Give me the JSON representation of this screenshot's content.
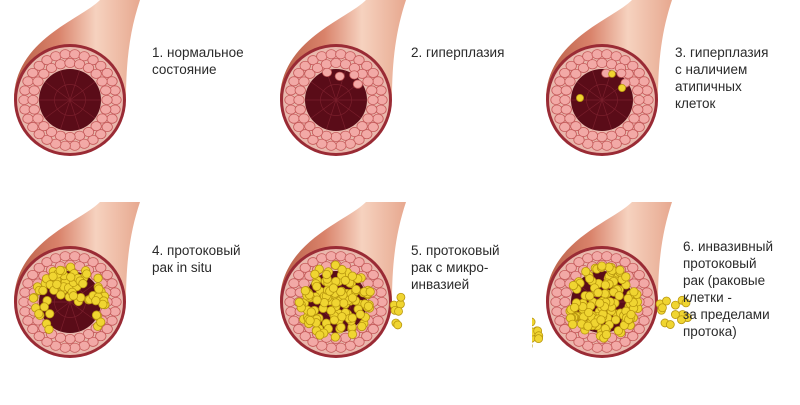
{
  "stages": [
    {
      "label": "1. нормальное\nсостояние",
      "state": "normal"
    },
    {
      "label": "2. гиперплазия",
      "state": "hyperplasia"
    },
    {
      "label": "3. гиперплазия\nс наличием\nатипичных\nклеток",
      "state": "atypical"
    },
    {
      "label": "4. протоковый\nрак in situ",
      "state": "in-situ"
    },
    {
      "label": "5. протоковый\nрак с микро-\nинвазией",
      "state": "microinvasion"
    },
    {
      "label": "6. инвазивный\nпротоковый\nрак (раковые\nклетки -\nза пределами\nпротока)",
      "state": "invasive"
    }
  ],
  "colors": {
    "duct_outer": "#d9826a",
    "duct_highlight": "#f6d2bf",
    "cell_ring": "#f2a9a6",
    "cell_border": "#c45a5a",
    "wall_dark": "#9a2b35",
    "lumen": "#5a0c18",
    "lumen_grid": "#7a1f2c",
    "tumor": "#f0d531",
    "tumor_border": "#b8960f"
  }
}
